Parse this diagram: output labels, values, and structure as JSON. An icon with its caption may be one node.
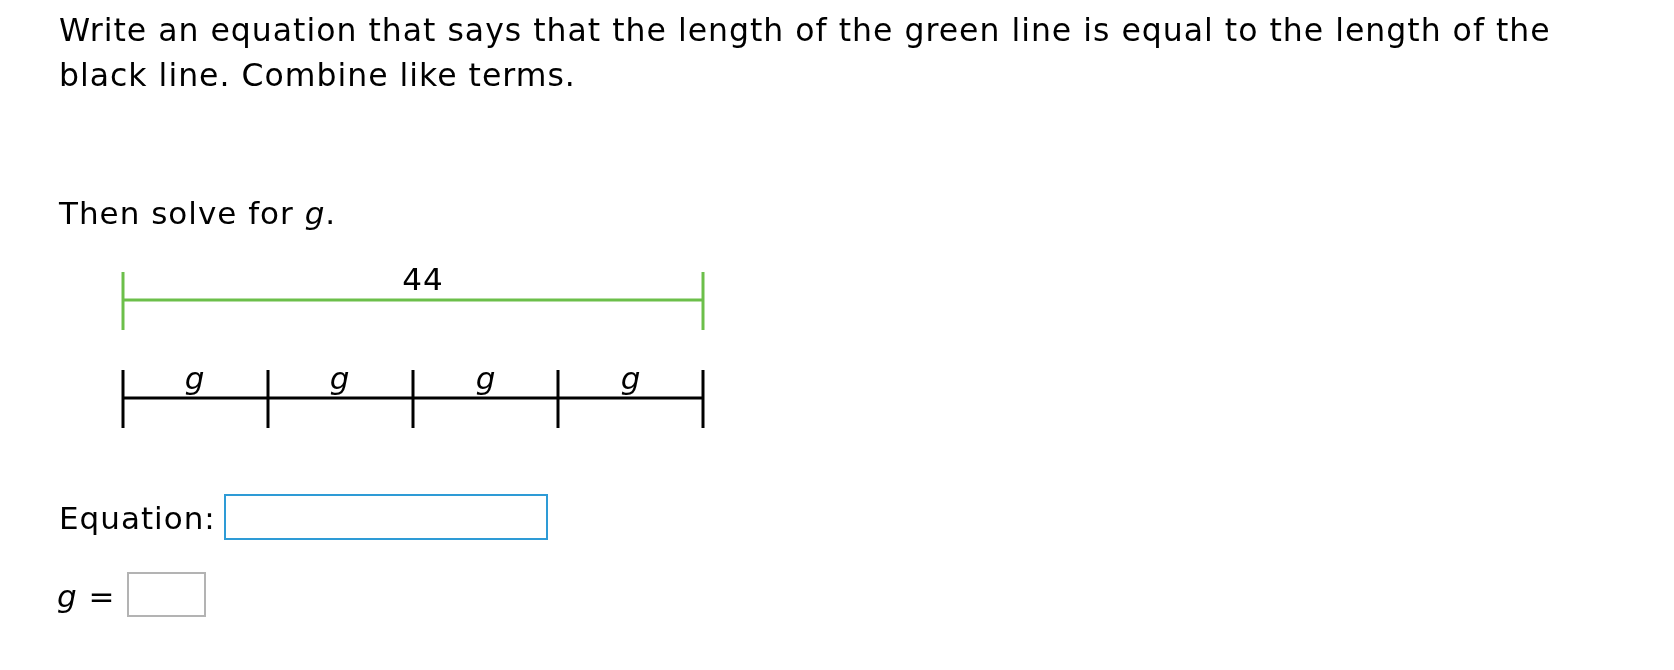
{
  "diagram": {
    "labels": [
      "Write an equation that says that the length of the green line is equal to the length of the black line. Combine like terms.",
      "Then solve for *g*.",
      "44",
      "g",
      "g",
      "g",
      "g",
      "Equation:",
      "*g* ="
    ]
  }
}
